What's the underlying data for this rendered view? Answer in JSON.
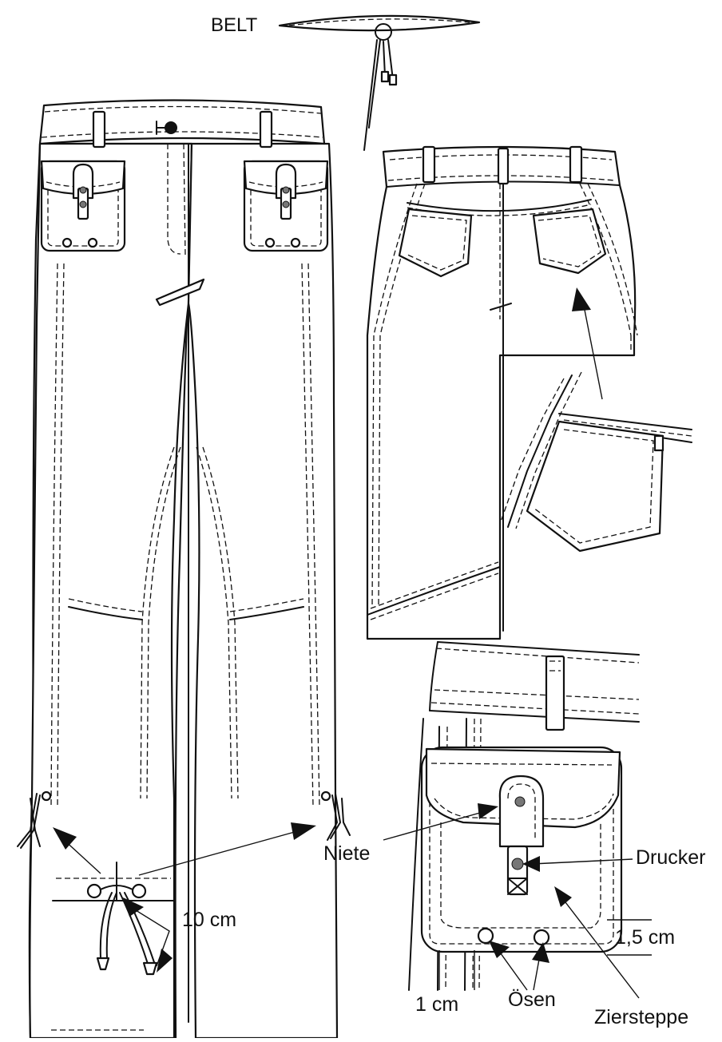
{
  "labels": {
    "belt": "BELT",
    "niete": "Niete",
    "drucker": "Drucker",
    "height_15": "1,5 cm",
    "width_1": "1 cm",
    "oesen": "Ösen",
    "ziersteppe": "Ziersteppe",
    "tie_length": "10 cm"
  },
  "colors": {
    "line": "#111111",
    "rivet": "#777777",
    "paper": "#ffffff"
  }
}
